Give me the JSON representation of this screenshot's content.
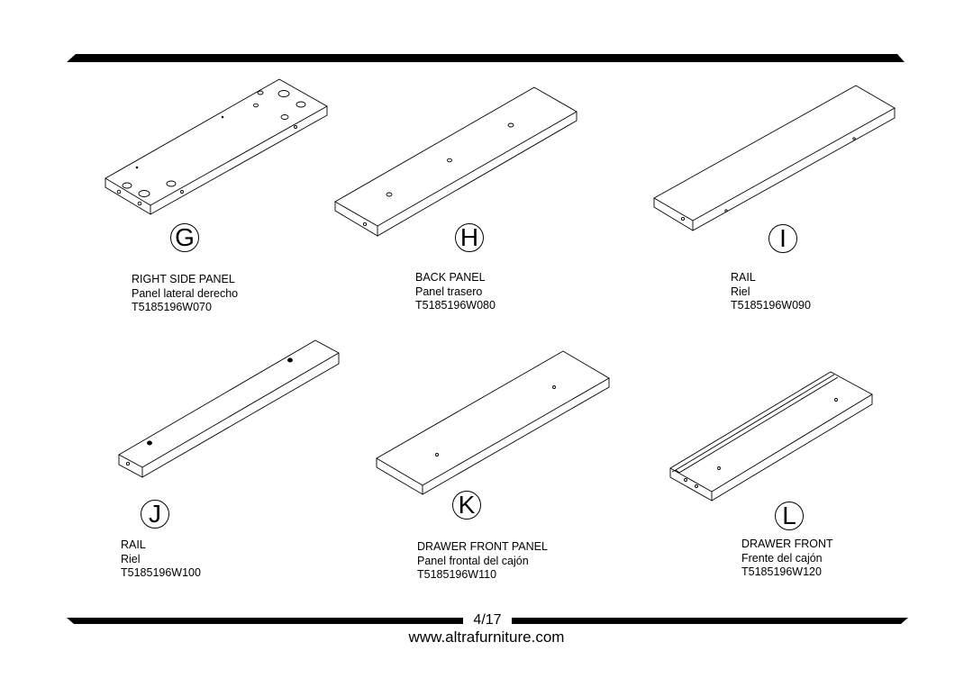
{
  "parts": [
    {
      "letter": "G",
      "name_en": "RIGHT SIDE PANEL",
      "name_es": "Panel lateral derecho",
      "code": "T5185196W070"
    },
    {
      "letter": "H",
      "name_en": "BACK PANEL",
      "name_es": "Panel trasero",
      "code": "T5185196W080"
    },
    {
      "letter": "I",
      "name_en": "RAIL",
      "name_es": "Riel",
      "code": "T5185196W090"
    },
    {
      "letter": "J",
      "name_en": "RAIL",
      "name_es": "Riel",
      "code": "T5185196W100"
    },
    {
      "letter": "K",
      "name_en": "DRAWER FRONT PANEL",
      "name_es": "Panel frontal del cajón",
      "code": "T5185196W110"
    },
    {
      "letter": "L",
      "name_en": "DRAWER FRONT",
      "name_es": "Frente del cajón",
      "code": "T5185196W120"
    }
  ],
  "footer": {
    "page": "4/17",
    "website": "www.altrafurniture.com"
  }
}
